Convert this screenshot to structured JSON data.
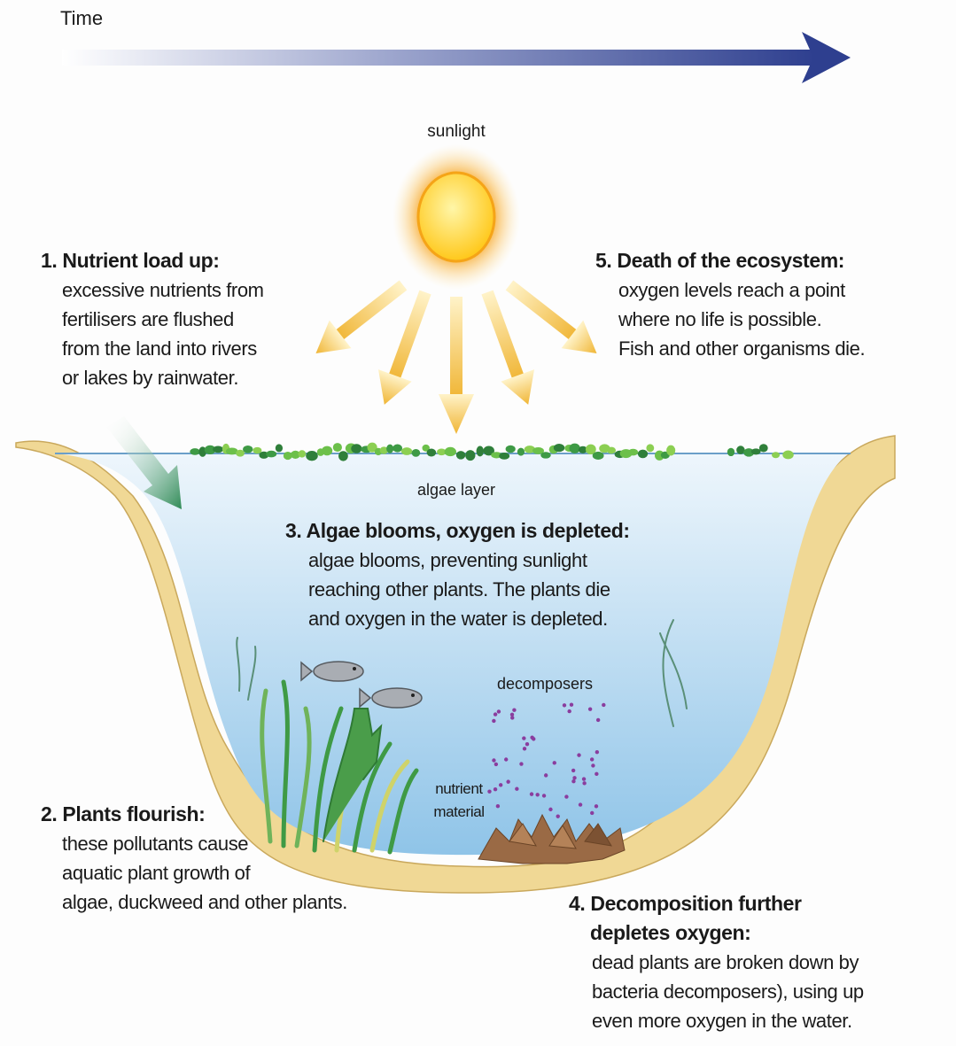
{
  "time_label": "Time",
  "labels": {
    "sunlight": "sunlight",
    "algae_layer": "algae layer",
    "decomposers": "decomposers",
    "nutrient_material": "nutrient\nmaterial"
  },
  "steps": [
    {
      "title": "1. Nutrient load up:",
      "body": "excessive nutrients from\nfertilisers are flushed\nfrom the land into rivers\nor lakes by rainwater."
    },
    {
      "title": "2. Plants flourish:",
      "body": "these pollutants cause\naquatic plant growth of\nalgae, duckweed and other plants."
    },
    {
      "title": "3. Algae blooms, oxygen is depleted:",
      "body": "algae blooms, preventing sunlight\nreaching other plants. The plants die\nand oxygen in the water is depleted."
    },
    {
      "title": "4. Decomposition further\n    depletes oxygen:",
      "body": "dead plants are broken down by\nbacteria decomposers), using up\neven more oxygen in the water."
    },
    {
      "title": "5. Death of the ecosystem:",
      "body": "oxygen levels reach a point\nwhere no life is possible.\nFish and other organisms die."
    }
  ],
  "colors": {
    "time_arrow": "#2e3f8f",
    "sun": "#ffd21f",
    "sun_glow": "#f7a21b",
    "sun_rays": "#f2b93a",
    "water_top": "#dcecf8",
    "water_bottom": "#8fc4e8",
    "sediment": "#f0d895",
    "algae": "#4fae4a",
    "plants": "#3f9a45",
    "decomposers": "#8a3d9e",
    "dead_plants": "#9a6a45",
    "fish": "#a9adb3"
  }
}
